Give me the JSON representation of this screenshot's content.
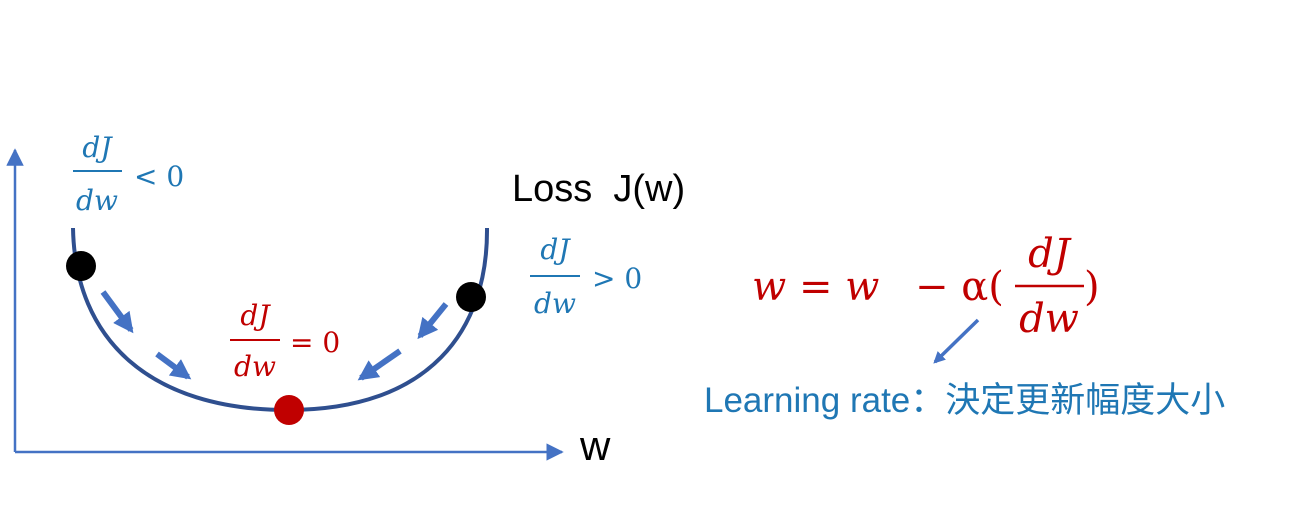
{
  "colors": {
    "axis": "#4472c4",
    "curve": "#2f4f8f",
    "descent_arrow": "#4472c4",
    "blue_text": "#1f77b4",
    "red_text": "#c00000",
    "point_black": "#000000",
    "point_red": "#c00000",
    "plain_text": "#000000"
  },
  "labels": {
    "loss": "Loss  J(w)",
    "w_axis": "w",
    "learning_rate": "Learning rate：決定更新幅度大小"
  },
  "derivatives": {
    "left": {
      "num": "dJ",
      "den": "dw",
      "relation": "< 0"
    },
    "right": {
      "num": "dJ",
      "den": "dw",
      "relation": "> 0"
    },
    "min": {
      "num": "dJ",
      "den": "dw",
      "relation": "= 0"
    }
  },
  "update_rule": {
    "lhs": "w = w",
    "minus_alpha": "− α(",
    "num": "dJ",
    "den": "dw",
    "close": ")"
  }
}
